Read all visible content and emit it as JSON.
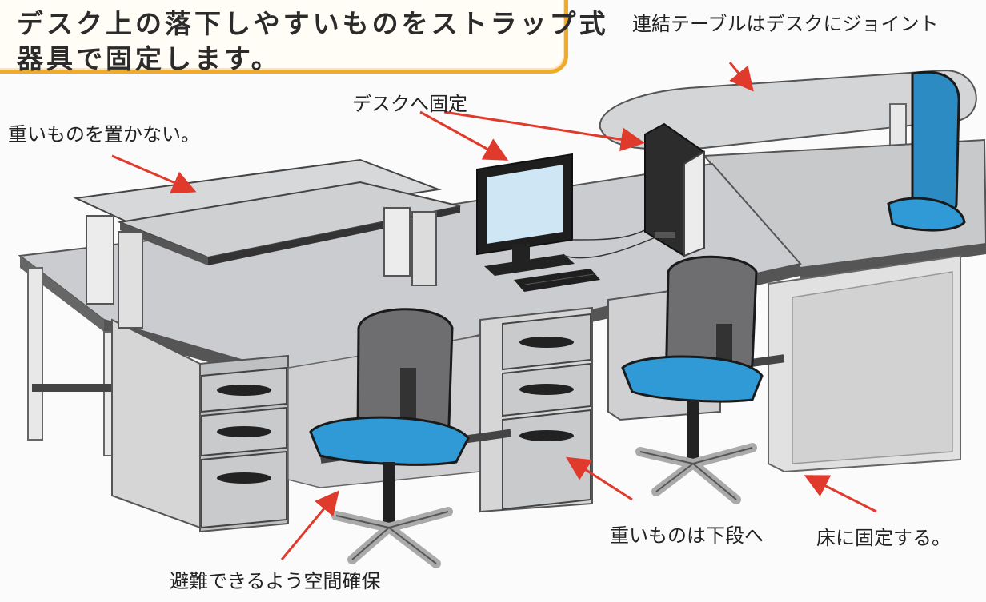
{
  "callout": {
    "line1": "デスク上の落下しやすいものをストラップ式",
    "line2": "器具で固定します。"
  },
  "labels": {
    "joint": "連結テーブルはデスクにジョイント",
    "fix_desk": "デスクへ固定",
    "no_heavy": "重いものを置かない。",
    "heavy_lower": "重いものは下段へ",
    "floor_fix": "床に固定する。",
    "evac_space": "避難できるよう空間確保"
  },
  "colors": {
    "callout_border": "#f0ab2a",
    "arrow": "#e03a2c",
    "chair_seat": "#2f9ad6",
    "desk_top": "#c9cacc"
  }
}
